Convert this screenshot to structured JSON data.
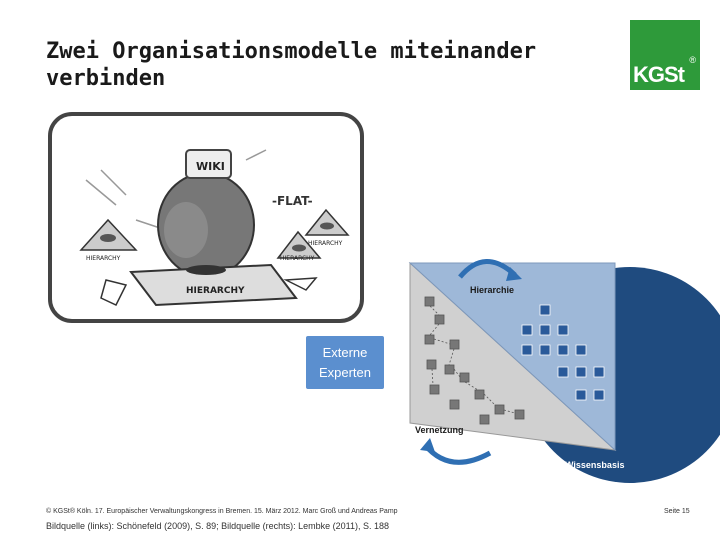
{
  "slide": {
    "title_line1": "Zwei Organisationsmodelle miteinander",
    "title_line2": "verbinden",
    "logo_text": "KGSt",
    "logo_registered": "®"
  },
  "cartoon": {
    "glove_label": "WIKI",
    "flat_label": "-FLAT-",
    "base_label": "HIERARCHY",
    "small_left_label": "HIERARCHY",
    "small_right_label": "HIERARCHY",
    "small_top_label": "HIERARCHY"
  },
  "model": {
    "box_line1": "Externe",
    "box_line2": "Experten",
    "label_top": "Hierarchie",
    "label_bottom": "Vernetzung",
    "label_circle": "Wissensbasis"
  },
  "footer": {
    "copyright": "© KGSt® Köln. 17. Europäischer Verwaltungskongress in Bremen. 15. März 2012. Marc Groß und Andreas Pamp",
    "source": "Bildquelle (links): Schönefeld (2009), S. 89; Bildquelle (rechts): Lembke (2011), S. 188",
    "page": "Seite 15"
  },
  "colors": {
    "logo_green": "#2e9a3a",
    "circle_blue": "#1f4b7f",
    "triangle_light_blue": "#9eb8d8",
    "box_blue": "#5b8fcf"
  }
}
